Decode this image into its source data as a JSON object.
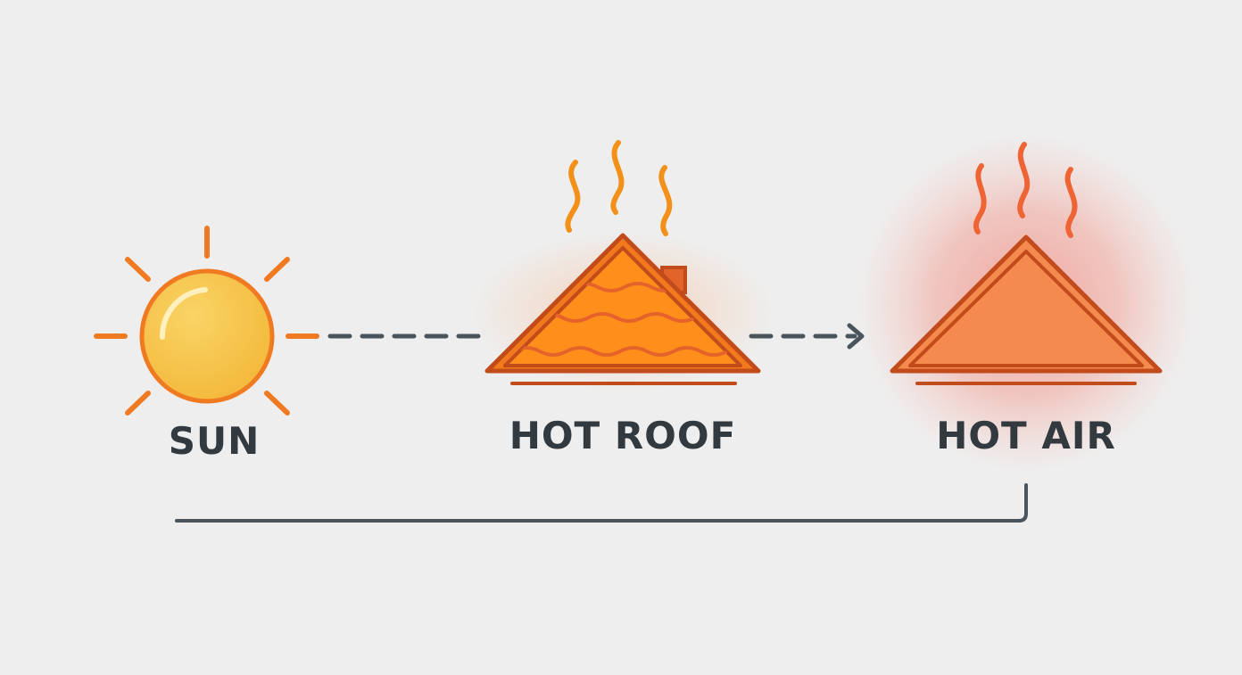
{
  "diagram": {
    "nodes": [
      {
        "id": "sun",
        "label": "SUN",
        "icon": "sun-icon"
      },
      {
        "id": "roof",
        "label": "HOT ROOF",
        "icon": "roof-icon"
      },
      {
        "id": "air",
        "label": "HOT AIR",
        "icon": "hot-air-roof-icon"
      }
    ],
    "connectors": [
      {
        "from": "sun",
        "to": "roof",
        "style": "dashed"
      },
      {
        "from": "roof",
        "to": "air",
        "style": "dashed-arrow"
      },
      {
        "from": "air",
        "to": "sun",
        "style": "solid-return-line"
      }
    ]
  },
  "colors": {
    "background": "#eeeeee",
    "sun_fill": "#f6c344",
    "sun_stroke": "#f07a22",
    "roof_fill": "#ff8c1a",
    "roof_stroke": "#c24b1c",
    "hot_air_fill": "#f58a4f",
    "heat_waves_roof": "#f39019",
    "heat_waves_air": "#ee6434",
    "glow": "#f46a5a",
    "connector": "#4a545b",
    "text": "#333a3f"
  }
}
